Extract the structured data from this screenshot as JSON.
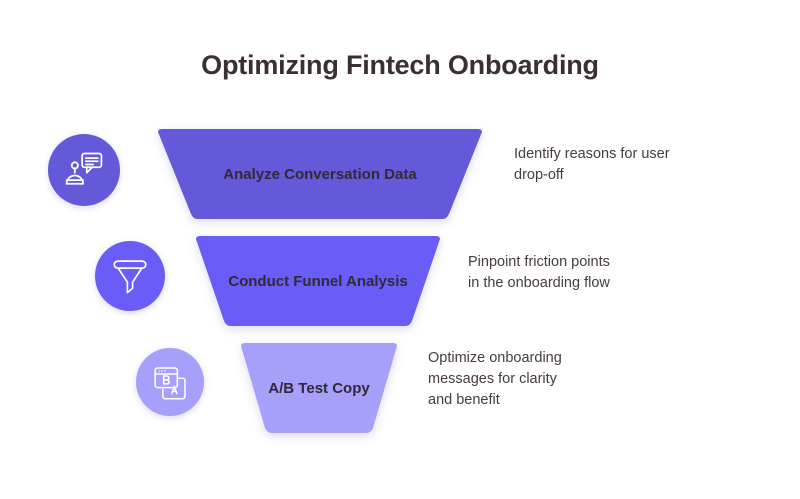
{
  "page": {
    "title": "Optimizing Fintech Onboarding",
    "background_color": "#ffffff",
    "title_color": "#3a2f33"
  },
  "funnel": {
    "type": "funnel-diagram",
    "stages": [
      {
        "label": "Analyze Conversation Data",
        "description": "Identify reasons for user\ndrop-off",
        "color": "#6459d8",
        "icon": "chatbot-icon"
      },
      {
        "label": "Conduct Funnel Analysis",
        "description": "Pinpoint friction points\nin the onboarding flow",
        "color": "#6a5cf7",
        "icon": "funnel-filter-icon"
      },
      {
        "label": "A/B Test Copy",
        "description": "Optimize onboarding\nmessages for clarity\nand benefit",
        "color": "#a7a0fa",
        "icon": "ab-test-icon"
      }
    ]
  }
}
